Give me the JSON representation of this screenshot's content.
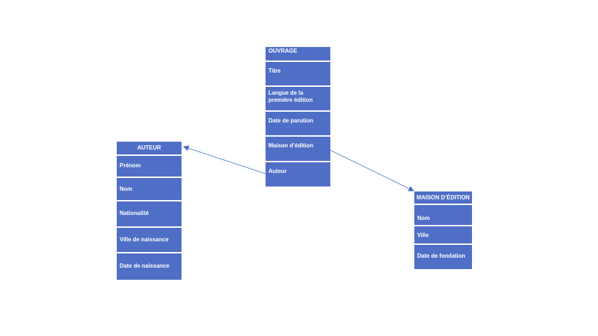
{
  "diagram": {
    "accent_color": "#4f6fc7",
    "connector_color": "#4472c4",
    "entities": {
      "ouvrage": {
        "title": "OUVRAGE",
        "fields": [
          "Titre",
          "Langue de la première édition",
          "Date de parution",
          "Maison d’édition",
          "Auteur"
        ]
      },
      "auteur": {
        "title": "AUTEUR",
        "fields": [
          "Prénom",
          "Nom",
          "Nationalité",
          "Ville de naissance",
          "Date de naissance"
        ]
      },
      "maison": {
        "title": "MAISON D’ÉDITION",
        "fields": [
          "Nom",
          "Ville",
          "Date de fondation"
        ]
      }
    },
    "relations": [
      {
        "from": "OUVRAGE.Auteur",
        "to": "AUTEUR"
      },
      {
        "from": "OUVRAGE.Maison d’édition",
        "to": "MAISON D’ÉDITION"
      }
    ]
  }
}
